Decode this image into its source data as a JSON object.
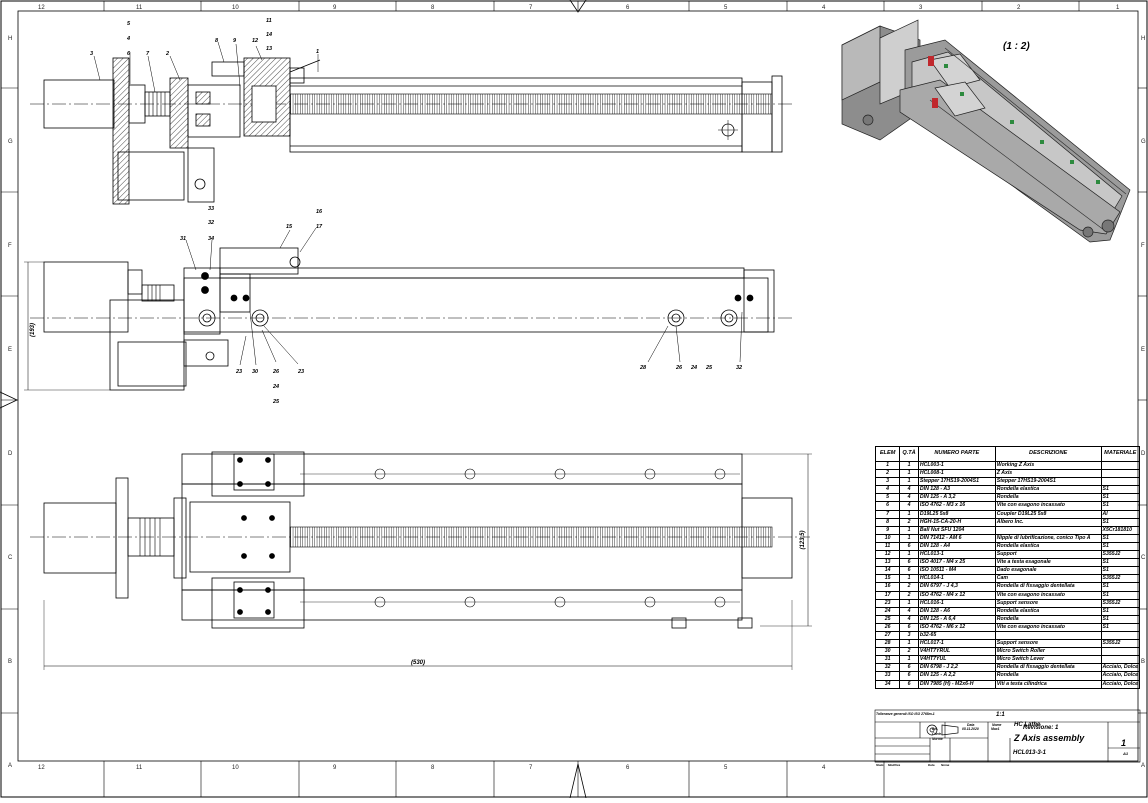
{
  "zones": {
    "columns": [
      "12",
      "11",
      "10",
      "9",
      "8",
      "7",
      "6",
      "5",
      "4",
      "3",
      "2",
      "1"
    ],
    "rows": [
      "H",
      "G",
      "F",
      "E",
      "D",
      "C",
      "B",
      "A"
    ]
  },
  "scale_label": "(1 : 2)",
  "dimensions": {
    "height_side": "(193)",
    "height_front": "(123,5)",
    "length": "(530)"
  },
  "balloons": {
    "top": [
      "1",
      "2",
      "3",
      "4",
      "5",
      "6",
      "7",
      "8",
      "9",
      "11",
      "12",
      "13",
      "14"
    ],
    "side": [
      "15",
      "16",
      "17",
      "23",
      "24",
      "25",
      "26",
      "28",
      "30",
      "31",
      "32",
      "33",
      "34"
    ]
  },
  "bom": {
    "headers": [
      "ELEM",
      "Q.TÀ",
      "NUMERO PARTE",
      "DESCRIZIONE",
      "MATERIALE"
    ],
    "rows": [
      [
        "1",
        "1",
        "HCL003-1",
        "Working Z Axis",
        ""
      ],
      [
        "2",
        "1",
        "HCL008-1",
        "Z Axis",
        ""
      ],
      [
        "3",
        "1",
        "Stepper 17HS19-2004S1",
        "Stepper 17HS19-2004S1",
        ""
      ],
      [
        "4",
        "4",
        "DIN 128 - A3",
        "Rondella elastica",
        "S1"
      ],
      [
        "5",
        "4",
        "DIN 125 - A 3,2",
        "Rondella",
        "S1"
      ],
      [
        "6",
        "4",
        "ISO 4762 - M3 x 16",
        "Vite con esagono incassato",
        "S1"
      ],
      [
        "7",
        "1",
        "D19L25 5x8",
        "Coupler D19L25 5x8",
        "Al"
      ],
      [
        "8",
        "2",
        "HGH-15-CA-20-H",
        "Albero Inc.",
        "S1"
      ],
      [
        "9",
        "1",
        "Ball Nut SFU 1204",
        "",
        "X5Cr181810"
      ],
      [
        "10",
        "1",
        "DIN 71412 - AM 6",
        "Nipple di lubrificazione, conico Tipo A",
        "S1"
      ],
      [
        "11",
        "6",
        "DIN 128 - A4",
        "Rondella elastica",
        "S1"
      ],
      [
        "12",
        "1",
        "HCL013-1",
        "Support",
        "S355J2"
      ],
      [
        "13",
        "6",
        "ISO 4017 - M4 x 25",
        "Vite a testa esagonale",
        "S1"
      ],
      [
        "14",
        "6",
        "ISO 10511 - M4",
        "Dado esagonale",
        "S1"
      ],
      [
        "15",
        "1",
        "HCL014-1",
        "Cam",
        "S355J2"
      ],
      [
        "16",
        "2",
        "DIN 6797 - J 4,3",
        "Rondella di fissaggio dentellata",
        "S1"
      ],
      [
        "17",
        "2",
        "ISO 4762 - M4 x 12",
        "Vite con esagono incassato",
        "S1"
      ],
      [
        "23",
        "1",
        "HCL016-1",
        "Support sensore",
        "S355J2"
      ],
      [
        "24",
        "4",
        "DIN 128 - A6",
        "Rondella elastica",
        "S1"
      ],
      [
        "25",
        "4",
        "DIN 125 - A 6,4",
        "Rondella",
        "S1"
      ],
      [
        "26",
        "6",
        "ISO 4762 - M6 x 12",
        "Vite con esagono incassato",
        "S1"
      ],
      [
        "27",
        "3",
        "b32-65",
        "",
        ""
      ],
      [
        "28",
        "1",
        "HCL017-1",
        "Support sensore",
        "S355J2"
      ],
      [
        "30",
        "2",
        "V4HT7YRUL",
        "Micro Switch Roller",
        ""
      ],
      [
        "31",
        "1",
        "V4HT7YUL",
        "Micro Switch Lever",
        ""
      ],
      [
        "32",
        "6",
        "DIN 6798 - J 2,2",
        "Rondella di fissaggio dentellata",
        "Acciaio, Dolce"
      ],
      [
        "33",
        "6",
        "DIN 125 - A 2,2",
        "Rondella",
        "Acciaio, Dolce"
      ],
      [
        "34",
        "6",
        "DIN 7985 (H) - M2x6-H",
        "Viti a testa cilindrica",
        "Acciaio, Dolce"
      ]
    ]
  },
  "title_block": {
    "tolerance_ref": "Tolleranze generali ISO ISO 2768m-1",
    "scale": "1:1",
    "revision": "Revisione: 1",
    "project": "HC Lathe",
    "title": "Z Axis assembly",
    "drawing_number": "HCL013-3-1",
    "sheet": "1",
    "format": "A1",
    "date_label": "Data",
    "date": "05.11.2020",
    "name_label": "Nome",
    "name": "Max1",
    "row_labels": [
      "Dis.",
      "Contr.",
      "Norme"
    ],
    "footer_labels": [
      "Stato",
      "Modifica",
      "Data",
      "Nome"
    ]
  }
}
